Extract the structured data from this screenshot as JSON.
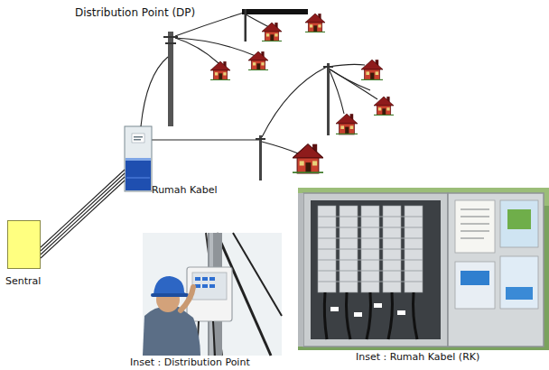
{
  "diagram": {
    "nodes": [
      {
        "text": [
          "Sentral"
        ]
      },
      {
        "text": [
          "Rumah Kabel"
        ]
      },
      {
        "text": [
          "Distribution Point (DP)"
        ]
      },
      {
        "text": [
          "Inset : Distribution Point"
        ]
      },
      {
        "text": [
          "Inset : Rumah Kabel (RK)"
        ]
      }
    ],
    "edges": [
      {
        "from": 0,
        "to": 1,
        "arrow": "none"
      },
      {
        "from": 1,
        "to": 2,
        "arrow": "none"
      }
    ]
  }
}
